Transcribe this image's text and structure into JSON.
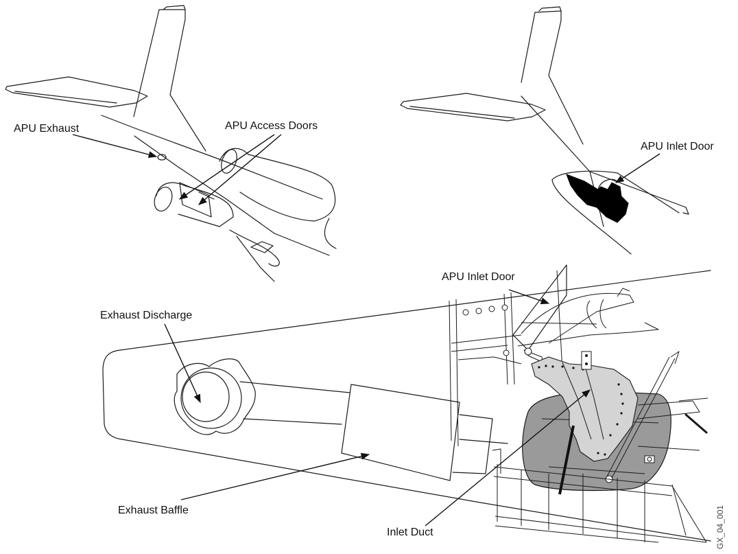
{
  "labels": {
    "apu_exhaust": "APU Exhaust",
    "apu_access_doors": "APU Access Doors",
    "apu_inlet_door_top": "APU Inlet Door",
    "apu_inlet_door_main": "APU Inlet Door",
    "exhaust_discharge": "Exhaust Discharge",
    "exhaust_baffle": "Exhaust Baffle",
    "inlet_duct": "Inlet Duct"
  },
  "figure_code": "GX_04_001",
  "colors": {
    "line": "#1a1a1a",
    "duct_fill": "#d4d4d4",
    "apu_body": "#9a9a9a",
    "inlet_door_fill": "#000000"
  }
}
